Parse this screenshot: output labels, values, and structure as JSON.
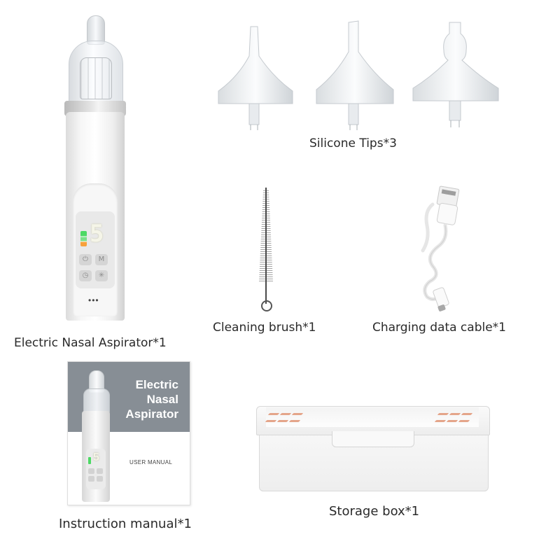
{
  "captions": {
    "silicone_tips": "Silicone Tips*3",
    "cleaning_brush": "Cleaning brush*1",
    "charging_cable": "Charging data cable*1",
    "aspirator": "Electric Nasal Aspirator*1",
    "instruction_manual": "Instruction manual*1",
    "storage_box": "Storage box*1"
  },
  "device": {
    "display_digit": "5",
    "button_icons": [
      "power-icon",
      "mode-icon",
      "timer-icon",
      "light-icon"
    ],
    "button_glyphs": [
      "⏻",
      "M",
      "◷",
      "✳"
    ],
    "indicator_dots": "•••"
  },
  "manual": {
    "title_lines": [
      "Electric",
      "Nasal",
      "Aspirator"
    ],
    "subtitle": "USER MANUAL",
    "band_color": "#878e95"
  },
  "colors": {
    "vent_accent": "#e4a58a",
    "battery_green": "#4cd964",
    "battery_orange": "#f7a13c"
  }
}
